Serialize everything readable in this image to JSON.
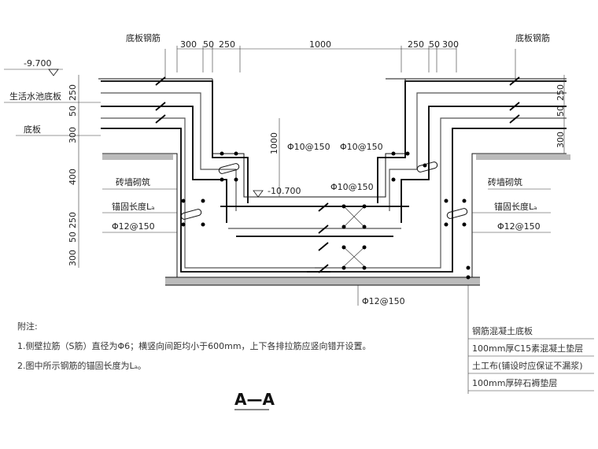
{
  "labels": {
    "bottom_slab_rebar_left": "底板钢筋",
    "bottom_slab_rebar_right": "底板钢筋",
    "elev_top": "-9.700",
    "elev_pit": "-10.700",
    "water_tank_slab": "生活水池底板",
    "bottom_slab": "底板",
    "brick_wall_left": "砖墙砌筑",
    "brick_wall_right": "砖墙砌筑",
    "anchor_left": "锚固长度Lₐ",
    "anchor_right": "锚固长度Lₐ",
    "rebar_phi10_left": "Φ10@150",
    "rebar_phi10_right": "Φ10@150",
    "rebar_phi10_mid": "Φ10@150",
    "rebar_phi12_left": "Φ12@150",
    "rebar_phi12_right": "Φ12@150",
    "rebar_phi12_bottom": "Φ12@150"
  },
  "dimensions": {
    "top_left": [
      "300",
      "50",
      "250"
    ],
    "top_mid": "1000",
    "top_right": [
      "250",
      "50",
      "300"
    ],
    "left_upper": [
      "250",
      "50",
      "300"
    ],
    "left_lower": [
      "400",
      "250",
      "50",
      "300"
    ],
    "right_upper": [
      "50",
      "250",
      "300"
    ],
    "pit_depth": "1000"
  },
  "notes": {
    "heading": "附注:",
    "line1": "1.侧壁拉筋（S筋）直径为Φ6；横竖向间距均小于600mm，上下各排拉筋应竖向错开设置。",
    "line2": "2.图中所示钢筋的锚固长度为Lₐ。"
  },
  "layers": [
    "钢筋混凝土底板",
    "100mm厚C15素混凝土垫层",
    "土工布(铺设时应保证不漏浆)",
    "100mm厚碎石褥垫层"
  ],
  "section_title": "A—A"
}
